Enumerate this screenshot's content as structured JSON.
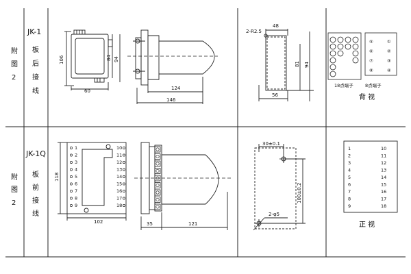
{
  "row1": {
    "side_label": [
      "附",
      "图",
      "2"
    ],
    "model": "JK-1",
    "mount_label": [
      "板",
      "后",
      "接",
      "线"
    ],
    "front_view_dims": {
      "height": "106",
      "inner_h": "84",
      "outer_h": "94",
      "width": "60"
    },
    "side_view_dims": {
      "depth": "124",
      "total": "146"
    },
    "cutout_dims": {
      "radius": "2-R2.5",
      "width": "48",
      "h1": "81",
      "h2": "94",
      "base": "56"
    },
    "terminals_18_label": "18点端子",
    "terminals_8_label": "8点端子",
    "terminals_8": [
      "⑤",
      "①",
      "⑥",
      "②",
      "⑦",
      "③",
      "⑧",
      "④"
    ],
    "view_label": "背 视"
  },
  "row2": {
    "side_label": [
      "附",
      "图",
      "2"
    ],
    "model": "JK-1Q",
    "mount_label": [
      "板",
      "前",
      "接",
      "线"
    ],
    "front_left_numbers": [
      "1",
      "2",
      "3",
      "4",
      "5",
      "6",
      "7",
      "8",
      "9"
    ],
    "front_right_numbers": [
      "10",
      "11",
      "12",
      "13",
      "14",
      "15",
      "16",
      "17",
      "18"
    ],
    "front_view_dims": {
      "height": "118",
      "width": "102"
    },
    "side_view_dims": {
      "front": "35",
      "depth": "121"
    },
    "cutout_dims": {
      "width": "30±0.1",
      "height": "100±0.2",
      "holes": "2-φ5"
    },
    "terminal_table_left": [
      "1",
      "2",
      "3",
      "4",
      "5",
      "6",
      "7",
      "8",
      "9"
    ],
    "terminal_table_right": [
      "10",
      "11",
      "12",
      "13",
      "14",
      "15",
      "16",
      "17",
      "18"
    ],
    "view_label": "正 视"
  }
}
